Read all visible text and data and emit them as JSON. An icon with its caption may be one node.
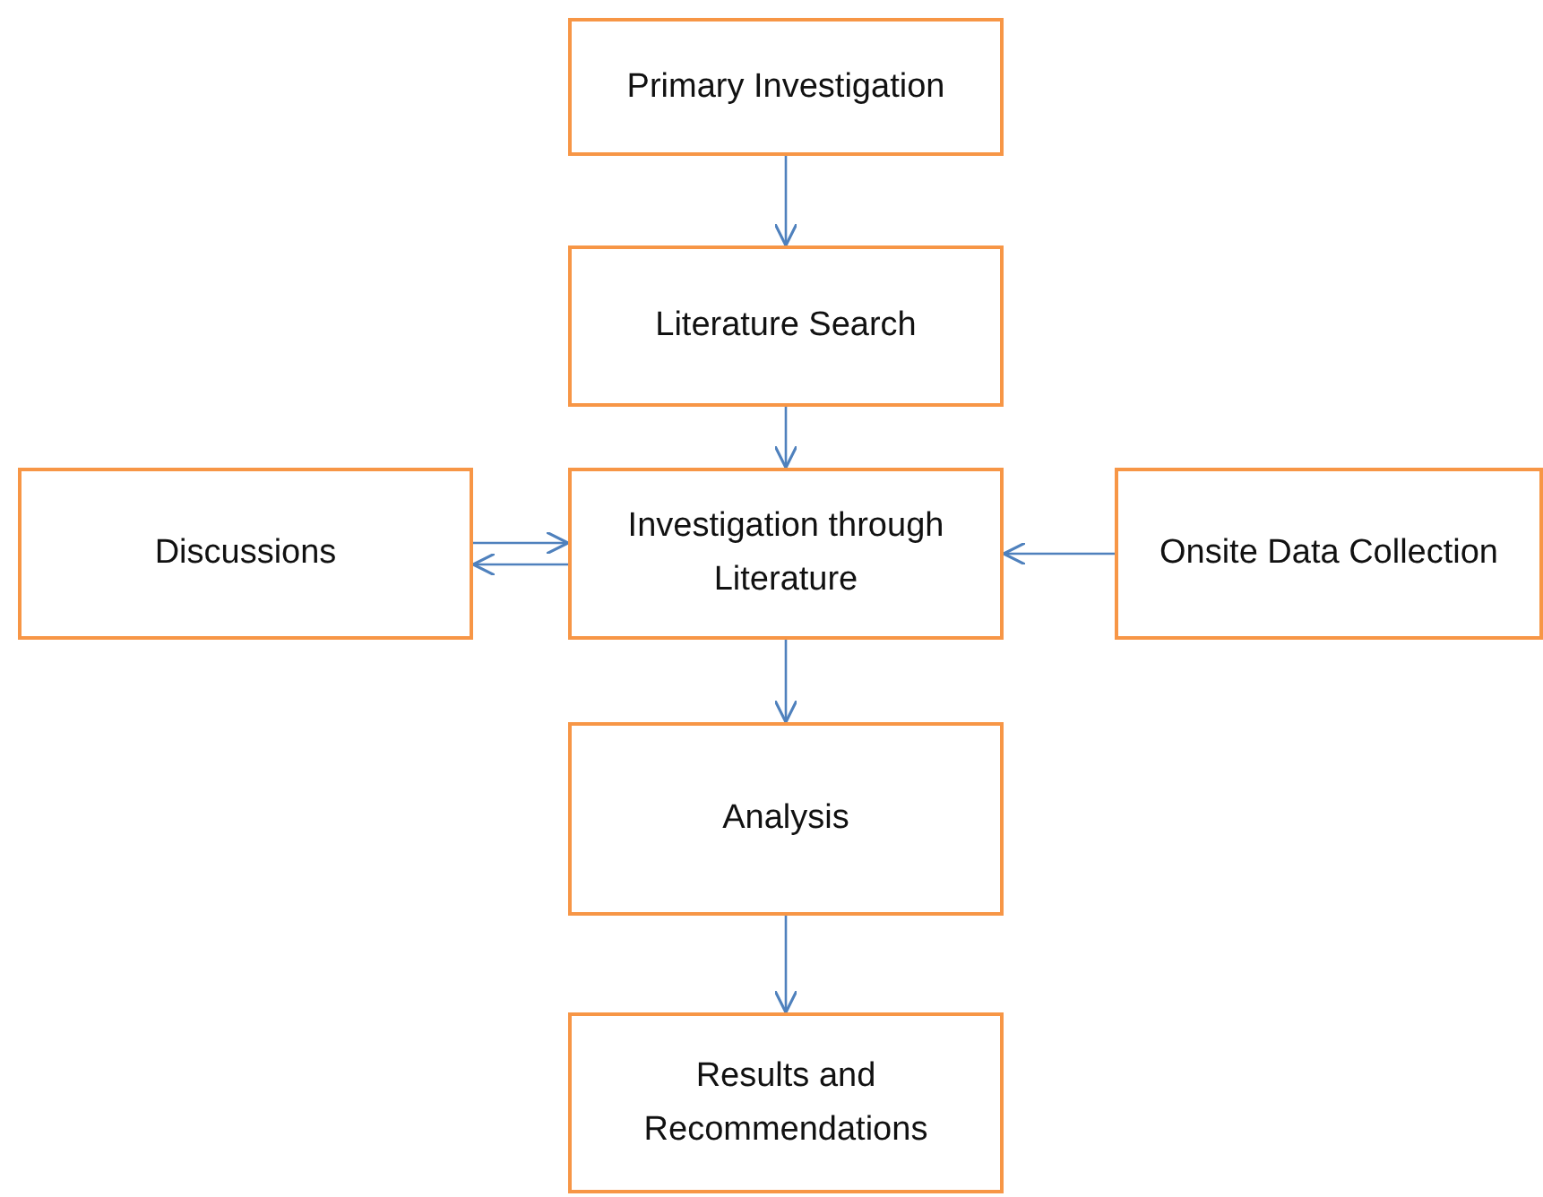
{
  "diagram": {
    "nodes": [
      {
        "text": [
          "Primary Investigation"
        ]
      },
      {
        "text": [
          "Literature Search"
        ]
      },
      {
        "text": [
          "Discussions"
        ]
      },
      {
        "text": [
          "Investigation through Literature"
        ]
      },
      {
        "text": [
          "Onsite Data Collection"
        ]
      },
      {
        "text": [
          "Analysis"
        ]
      },
      {
        "text": [
          "Results and Recommendations"
        ]
      }
    ],
    "edges": [
      {
        "from": 0,
        "to": 1,
        "arrow": "to"
      },
      {
        "from": 1,
        "to": 3,
        "arrow": "to"
      },
      {
        "from": 2,
        "to": 3,
        "arrow": "to"
      },
      {
        "from": 3,
        "to": 2,
        "arrow": "to"
      },
      {
        "from": 4,
        "to": 3,
        "arrow": "to"
      },
      {
        "from": 3,
        "to": 5,
        "arrow": "to"
      },
      {
        "from": 5,
        "to": 6,
        "arrow": "to"
      }
    ]
  }
}
